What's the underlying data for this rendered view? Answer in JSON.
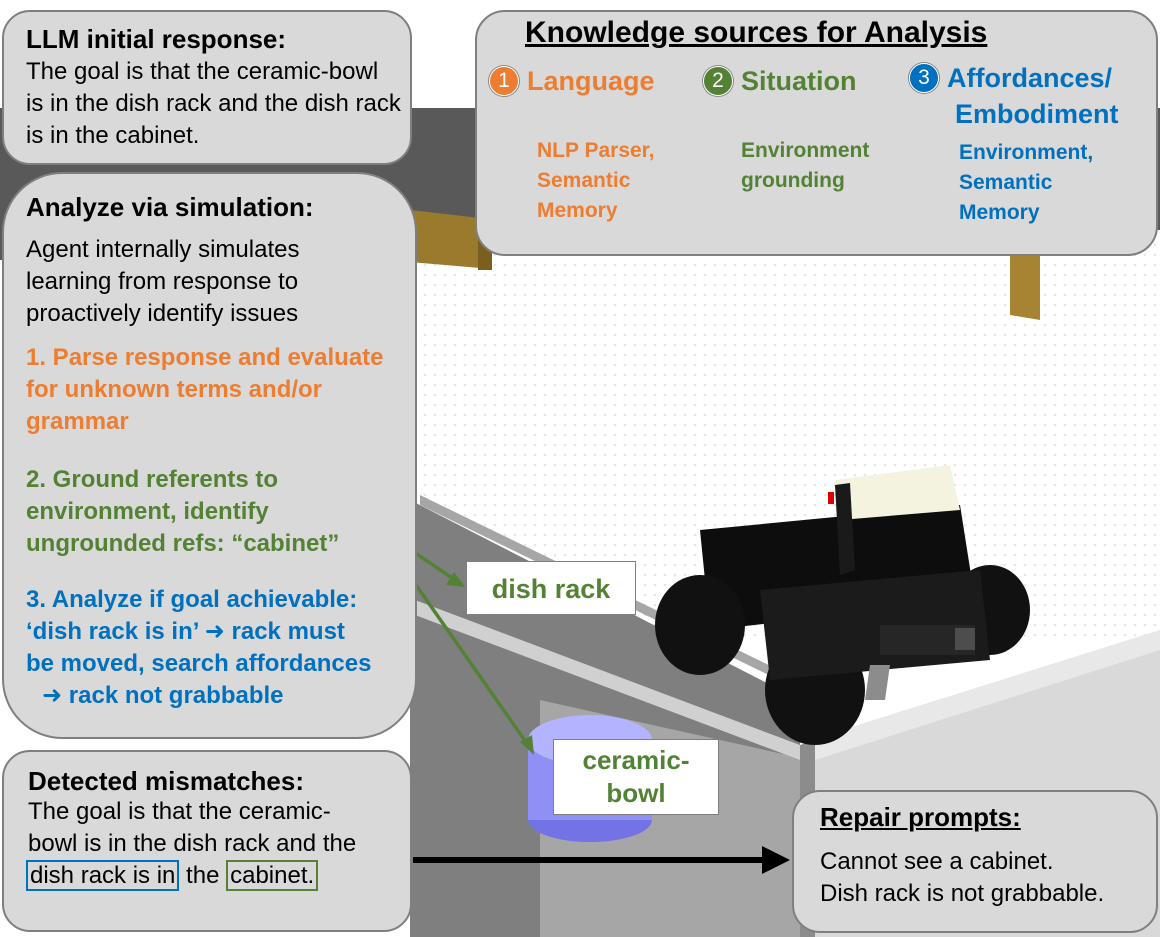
{
  "llm_panel": {
    "title": "LLM initial response:",
    "text": "The goal is that the ceramic-bowl is in the dish rack and the dish rack is in the cabinet."
  },
  "knowledge_panel": {
    "title": "Knowledge sources for Analysis",
    "sources": [
      {
        "num": "1",
        "label": "Language",
        "detail_1": "NLP Parser,",
        "detail_2": "Semantic",
        "detail_3": "Memory",
        "color": "#ed7d31"
      },
      {
        "num": "2",
        "label": "Situation",
        "detail_1": "Environment",
        "detail_2": "grounding",
        "color": "#548235"
      },
      {
        "num": "3",
        "label_1": "Affordances/",
        "label_2": "Embodiment",
        "detail_1": "Environment,",
        "detail_2": "Semantic",
        "detail_3": "Memory",
        "color": "#0070c0"
      }
    ]
  },
  "analyze_panel": {
    "title": "Analyze via simulation:",
    "intro": "Agent internally simulates learning from response to proactively identify issues",
    "step1": "1. Parse response and evaluate for unknown terms and/or grammar",
    "step2": "2. Ground referents to environment, identify ungrounded refs: “cabinet”",
    "step3_line1": "3. Analyze if goal achievable:",
    "step3_line2": "‘dish rack is in’ ➜ rack must",
    "step3_line3": "be moved, search affordances",
    "step3_line4": "➜ rack not grabbable"
  },
  "scene_labels": {
    "dish_rack": "dish rack",
    "ceramic_bowl_1": "ceramic-",
    "ceramic_bowl_2": "bowl"
  },
  "mismatch_panel": {
    "title": "Detected mismatches:",
    "line1": "The goal is that the ceramic-",
    "line2": "bowl is in the dish rack and the",
    "hl_blue": "dish rack is in",
    "mid": " the ",
    "hl_green": "cabinet."
  },
  "repair_panel": {
    "title": "Repair prompts:",
    "line1": "Cannot see a cabinet.",
    "line2": "Dish rack is not grabbable."
  },
  "colors": {
    "language": "#ed7d31",
    "situation": "#548235",
    "affordances": "#0070c0",
    "panel_bg": "#d9d9d9",
    "bowl": "#8f8ff5",
    "robot": "#0d0d0d"
  }
}
